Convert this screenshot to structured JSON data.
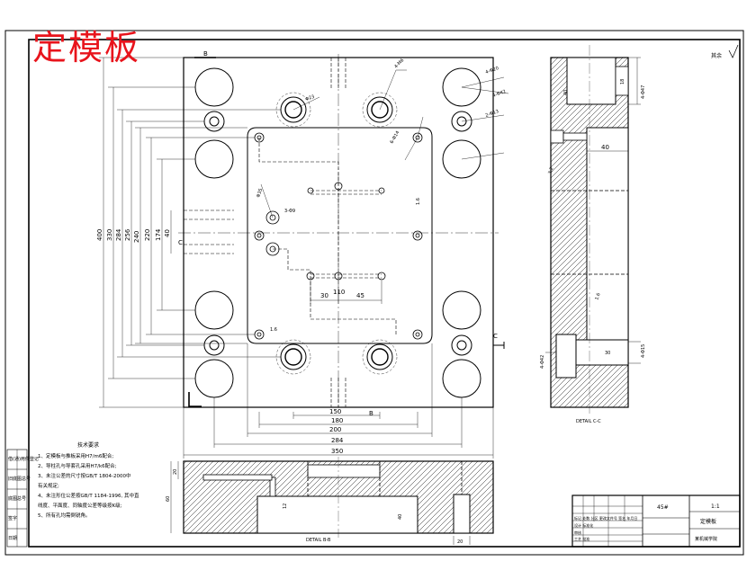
{
  "title": "定模板",
  "corner_mark": "其余",
  "section_labels": {
    "b_top": "B",
    "b_bottom": "B",
    "c_left": "C",
    "c_right": "C"
  },
  "tech_req": {
    "heading": "技术要求",
    "items": [
      "1、定模板与推板采用H7/m6配合;",
      "2、导柱孔与导套孔采用H7/k6配合;",
      "3、未注公差的尺寸按GB/T 1804-2000中",
      "   有关规定;",
      "4、未注形位公差按GB/T 1184-1996, 其中直",
      "   线度、平面度、同轴度公差等级按K级;",
      "5、所有孔均需倒锐角。"
    ]
  },
  "horizontal_dims": [
    "110",
    "30",
    "45",
    "180",
    "150",
    "200",
    "284",
    "350"
  ],
  "vertical_dims_left": [
    "400",
    "330",
    "284",
    "256",
    "240",
    "220",
    "174",
    "40"
  ],
  "top_view_callouts": [
    "4-M6",
    "4-Φ20",
    "4-Φ42",
    "2-Φ13",
    "6-Φ14",
    "3-Φ9",
    "Φ23",
    "Φ35"
  ],
  "side_dims": [
    "40",
    "4-Φ47",
    "18",
    "40",
    "30",
    "4-Φ15",
    "4-Φ42"
  ],
  "bottom_dims": [
    "20",
    "40",
    "12",
    "20",
    "60"
  ],
  "roughness": [
    "1.6",
    "1.6",
    "3.2",
    "1.6"
  ],
  "view_notes": {
    "side": "DETAIL C-C",
    "bottom": "DETAIL B-B"
  },
  "title_block": {
    "material": "45#",
    "scale": "1:1",
    "part_name": "定模板",
    "school": "某机械学院",
    "rows": [
      "标记 处数 分区 更改文件号 签名 年月日",
      "设计 标准化",
      "审核",
      "工艺 批准"
    ]
  },
  "left_strip": [
    "借(通)用件登记",
    "旧底图总号",
    "底图总号",
    "签字",
    "日期"
  ]
}
